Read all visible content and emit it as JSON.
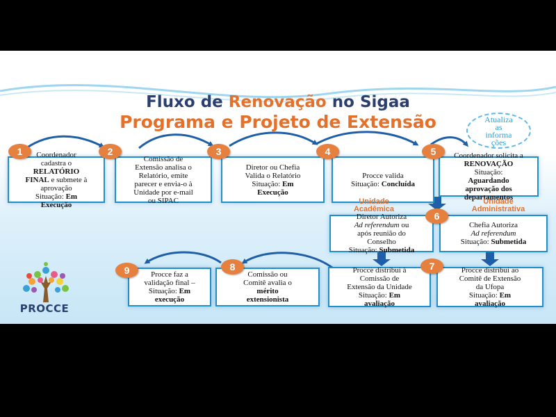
{
  "title": {
    "line1_before": "Fluxo de ",
    "line1_highlight": "Renovação",
    "line1_after": " no Sigaa",
    "line2": "Programa e Projeto de Extensão"
  },
  "bubble_lines": [
    "Atualiza",
    "as",
    "informa",
    "ções"
  ],
  "units": {
    "academica": [
      "Unidade",
      "Acadêmica"
    ],
    "administrativa": [
      "Unidade",
      "Administrativa"
    ]
  },
  "logo_text": "PROCCE",
  "boxes": [
    {
      "id": "b1",
      "lines": [
        [
          [
            "Coordenador",
            ""
          ]
        ],
        [
          [
            "cadastra o",
            ""
          ]
        ],
        [
          [
            "RELATÓRIO",
            "b"
          ]
        ],
        [
          [
            "FINAL",
            "b"
          ],
          [
            " e submete à",
            ""
          ]
        ],
        [
          [
            "aprovação",
            ""
          ]
        ],
        [
          [
            "Situação: ",
            ""
          ],
          [
            "Em",
            "b"
          ]
        ],
        [
          [
            "Execução",
            "b"
          ]
        ]
      ]
    },
    {
      "id": "b2",
      "lines": [
        [
          [
            "Comissão de",
            ""
          ]
        ],
        [
          [
            "Extensão analisa o",
            ""
          ]
        ],
        [
          [
            "Relatório, emite",
            ""
          ]
        ],
        [
          [
            "parecer e envia-o à",
            ""
          ]
        ],
        [
          [
            "Unidade por e-mail",
            ""
          ]
        ],
        [
          [
            "ou SIPAC",
            ""
          ]
        ]
      ]
    },
    {
      "id": "b3",
      "lines": [
        [
          [
            "Diretor ou Chefia",
            ""
          ]
        ],
        [
          [
            "Valida o Relatório",
            ""
          ]
        ],
        [
          [
            "Situação: ",
            ""
          ],
          [
            "Em",
            "b"
          ]
        ],
        [
          [
            "Execução",
            "b"
          ]
        ]
      ]
    },
    {
      "id": "b4",
      "lines": [
        [
          [
            "Procce valida",
            ""
          ]
        ],
        [
          [
            "Situação: ",
            ""
          ],
          [
            "Concluída",
            "b"
          ]
        ]
      ]
    },
    {
      "id": "b5",
      "lines": [
        [
          [
            "Coordenador solicita a",
            ""
          ]
        ],
        [
          [
            "RENOVAÇÃO",
            "b"
          ]
        ],
        [
          [
            "Situação:",
            ""
          ]
        ],
        [
          [
            "Aguardando",
            "b"
          ]
        ],
        [
          [
            "aprovação dos",
            "b"
          ]
        ],
        [
          [
            "departamentos",
            "b"
          ]
        ]
      ]
    },
    {
      "id": "b6a",
      "lines": [
        [
          [
            "Diretor Autoriza",
            ""
          ]
        ],
        [
          [
            "Ad referendum",
            "i"
          ],
          [
            " ou",
            ""
          ]
        ],
        [
          [
            "após reunião do",
            ""
          ]
        ],
        [
          [
            "Conselho",
            ""
          ]
        ],
        [
          [
            "Situação: ",
            ""
          ],
          [
            "Submetida",
            "b"
          ]
        ]
      ]
    },
    {
      "id": "b6b",
      "lines": [
        [
          [
            "Chefia Autoriza",
            ""
          ]
        ],
        [
          [
            "Ad referendum",
            "i"
          ]
        ],
        [
          [
            "Situação: ",
            ""
          ],
          [
            "Submetida",
            "b"
          ]
        ]
      ]
    },
    {
      "id": "b7a",
      "lines": [
        [
          [
            "Procce distribui à",
            ""
          ]
        ],
        [
          [
            "Comissão de",
            ""
          ]
        ],
        [
          [
            "Extensão da Unidade",
            ""
          ]
        ],
        [
          [
            "Situação: ",
            ""
          ],
          [
            "Em",
            "b"
          ]
        ],
        [
          [
            "avaliação",
            "b"
          ]
        ]
      ]
    },
    {
      "id": "b7b",
      "lines": [
        [
          [
            "Procce distribui ao",
            ""
          ]
        ],
        [
          [
            "Comitê de Extensão",
            ""
          ]
        ],
        [
          [
            "da Ufopa",
            ""
          ]
        ],
        [
          [
            "Situação: ",
            ""
          ],
          [
            "Em",
            "b"
          ]
        ],
        [
          [
            "avaliação",
            "b"
          ]
        ]
      ]
    },
    {
      "id": "b8",
      "lines": [
        [
          [
            "Comissão ou",
            ""
          ]
        ],
        [
          [
            "Comitê avalia o",
            ""
          ]
        ],
        [
          [
            "mérito",
            "b"
          ]
        ],
        [
          [
            "extensionista",
            "b"
          ]
        ]
      ]
    },
    {
      "id": "b9",
      "lines": [
        [
          [
            "Procce faz a",
            ""
          ]
        ],
        [
          [
            "validação final –",
            ""
          ]
        ],
        [
          [
            "Situação: ",
            ""
          ],
          [
            "Em",
            "b"
          ]
        ],
        [
          [
            "execução",
            "b"
          ]
        ]
      ]
    }
  ],
  "badges": [
    "1",
    "2",
    "3",
    "4",
    "5",
    "6",
    "7",
    "8",
    "9"
  ],
  "colors": {
    "box_border": "#1f8fca",
    "badge": "#e6803e",
    "title_blue": "#2b3f6e",
    "title_orange": "#e4702a",
    "arrow": "#1f5fa8"
  }
}
